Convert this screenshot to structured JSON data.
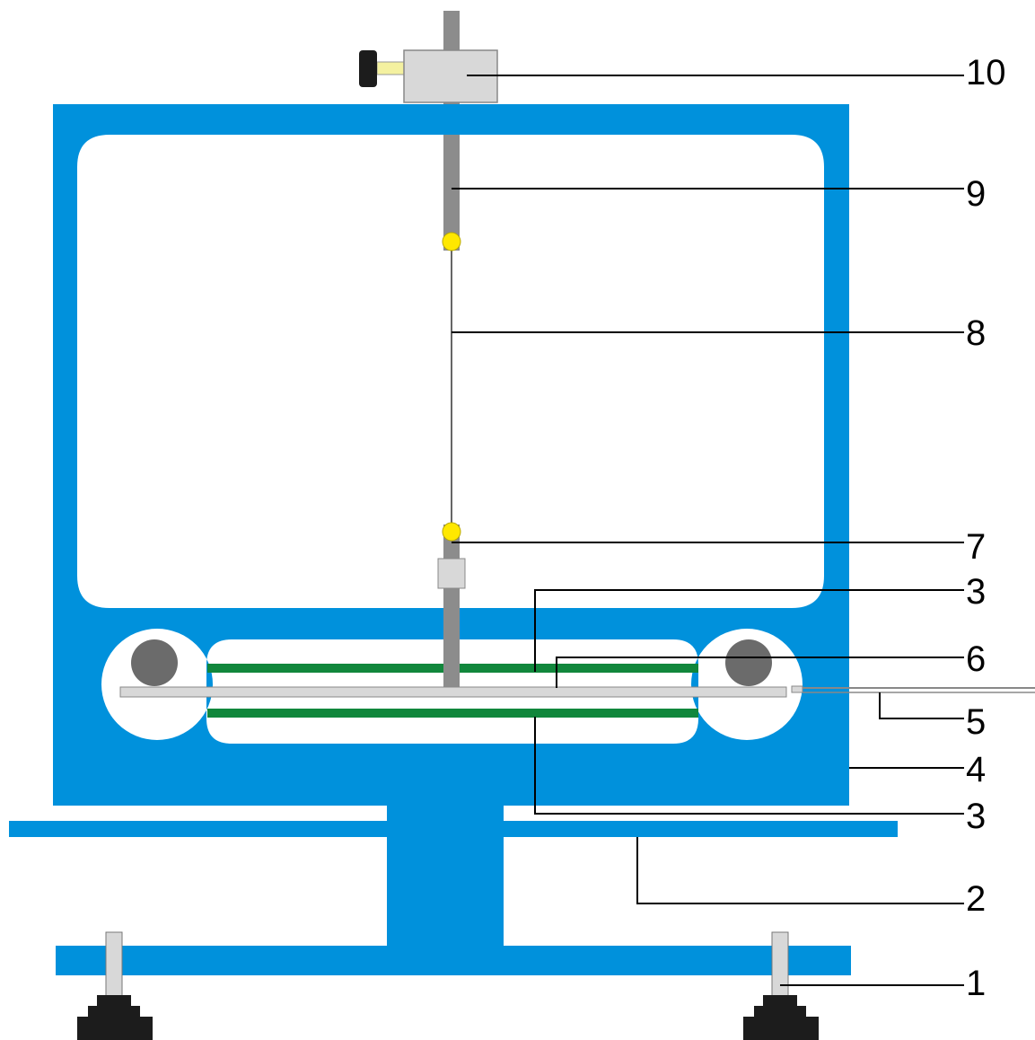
{
  "colors": {
    "frame": "#0091DC",
    "rod": "#8C8C8C",
    "clamp": "#D8D8D8",
    "knob": "#1C1C1C",
    "screw": "#F4F1A0",
    "pin": "#FFE800",
    "mirror": "#11873C",
    "plate": "#D8D8D8",
    "roller": "#6B6B6B",
    "foot": "#1C1C1C"
  },
  "labels": {
    "l1": "1",
    "l2": "2",
    "l3a": "3",
    "l3b": "3",
    "l4": "4",
    "l5": "5",
    "l6": "6",
    "l7": "7",
    "l8": "8",
    "l9": "9",
    "l10": "10"
  }
}
